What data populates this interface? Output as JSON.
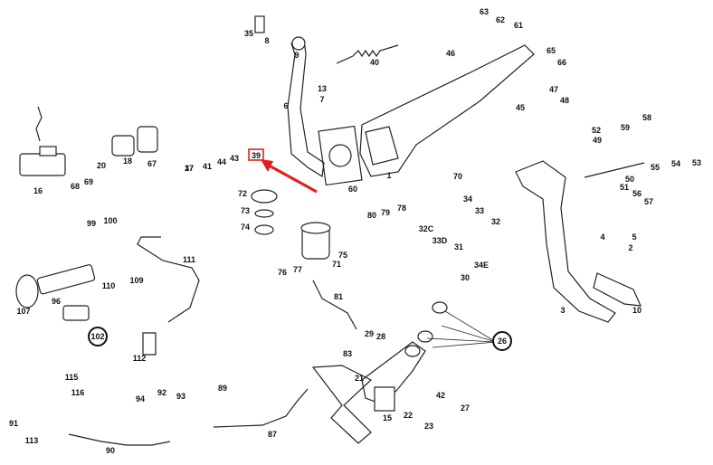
{
  "diagram": {
    "labels": [
      "1",
      "2",
      "3",
      "4",
      "5",
      "6",
      "7",
      "8",
      "9",
      "10",
      "13",
      "15",
      "16",
      "17",
      "18",
      "20",
      "21",
      "22",
      "23",
      "26",
      "27",
      "28",
      "29",
      "30",
      "31",
      "32",
      "32C",
      "33",
      "33D",
      "34",
      "34E",
      "35",
      "37",
      "39",
      "40",
      "41",
      "42",
      "43",
      "44",
      "45",
      "46",
      "47",
      "48",
      "49",
      "50",
      "51",
      "52",
      "53",
      "54",
      "55",
      "56",
      "57",
      "58",
      "59",
      "60",
      "61",
      "62",
      "63",
      "65",
      "66",
      "67",
      "68",
      "69",
      "70",
      "71",
      "72",
      "73",
      "74",
      "75",
      "76",
      "77",
      "78",
      "79",
      "80",
      "81",
      "83",
      "87",
      "89",
      "90",
      "91",
      "92",
      "93",
      "94",
      "96",
      "99",
      "100",
      "102",
      "107",
      "109",
      "110",
      "111",
      "112",
      "113",
      "115",
      "116"
    ],
    "highlighted_label": "39",
    "circled_labels": [
      "26",
      "102"
    ],
    "highlight_color": "#e0201c"
  }
}
